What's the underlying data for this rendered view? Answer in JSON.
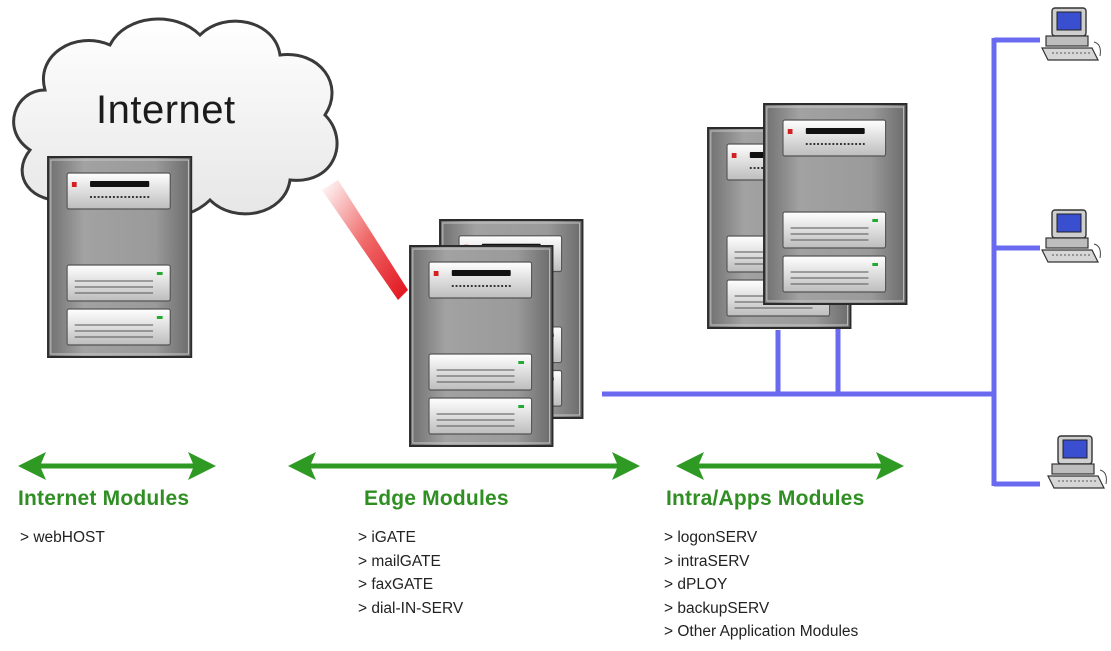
{
  "cloud": {
    "label": "Internet"
  },
  "colors": {
    "arrow": "#2f9a23",
    "heading": "#2f8f23",
    "network": "#6a6af0",
    "server_body": "#8f8f8f",
    "link": "#e0202a"
  },
  "sections": {
    "internet": {
      "title": "Internet Modules",
      "items": [
        "webHOST"
      ]
    },
    "edge": {
      "title": "Edge Modules",
      "items": [
        "iGATE",
        "mailGATE",
        "faxGATE",
        "dial-IN-SERV"
      ]
    },
    "intra": {
      "title": "Intra/Apps Modules",
      "items": [
        "logonSERV",
        "intraSERV",
        "dPLOY",
        "backupSERV",
        "Other Application Modules"
      ]
    }
  },
  "icons": {
    "cloud": "cloud-icon",
    "server": "server-tower-icon",
    "workstation": "workstation-icon",
    "arrow": "double-arrow-icon"
  }
}
